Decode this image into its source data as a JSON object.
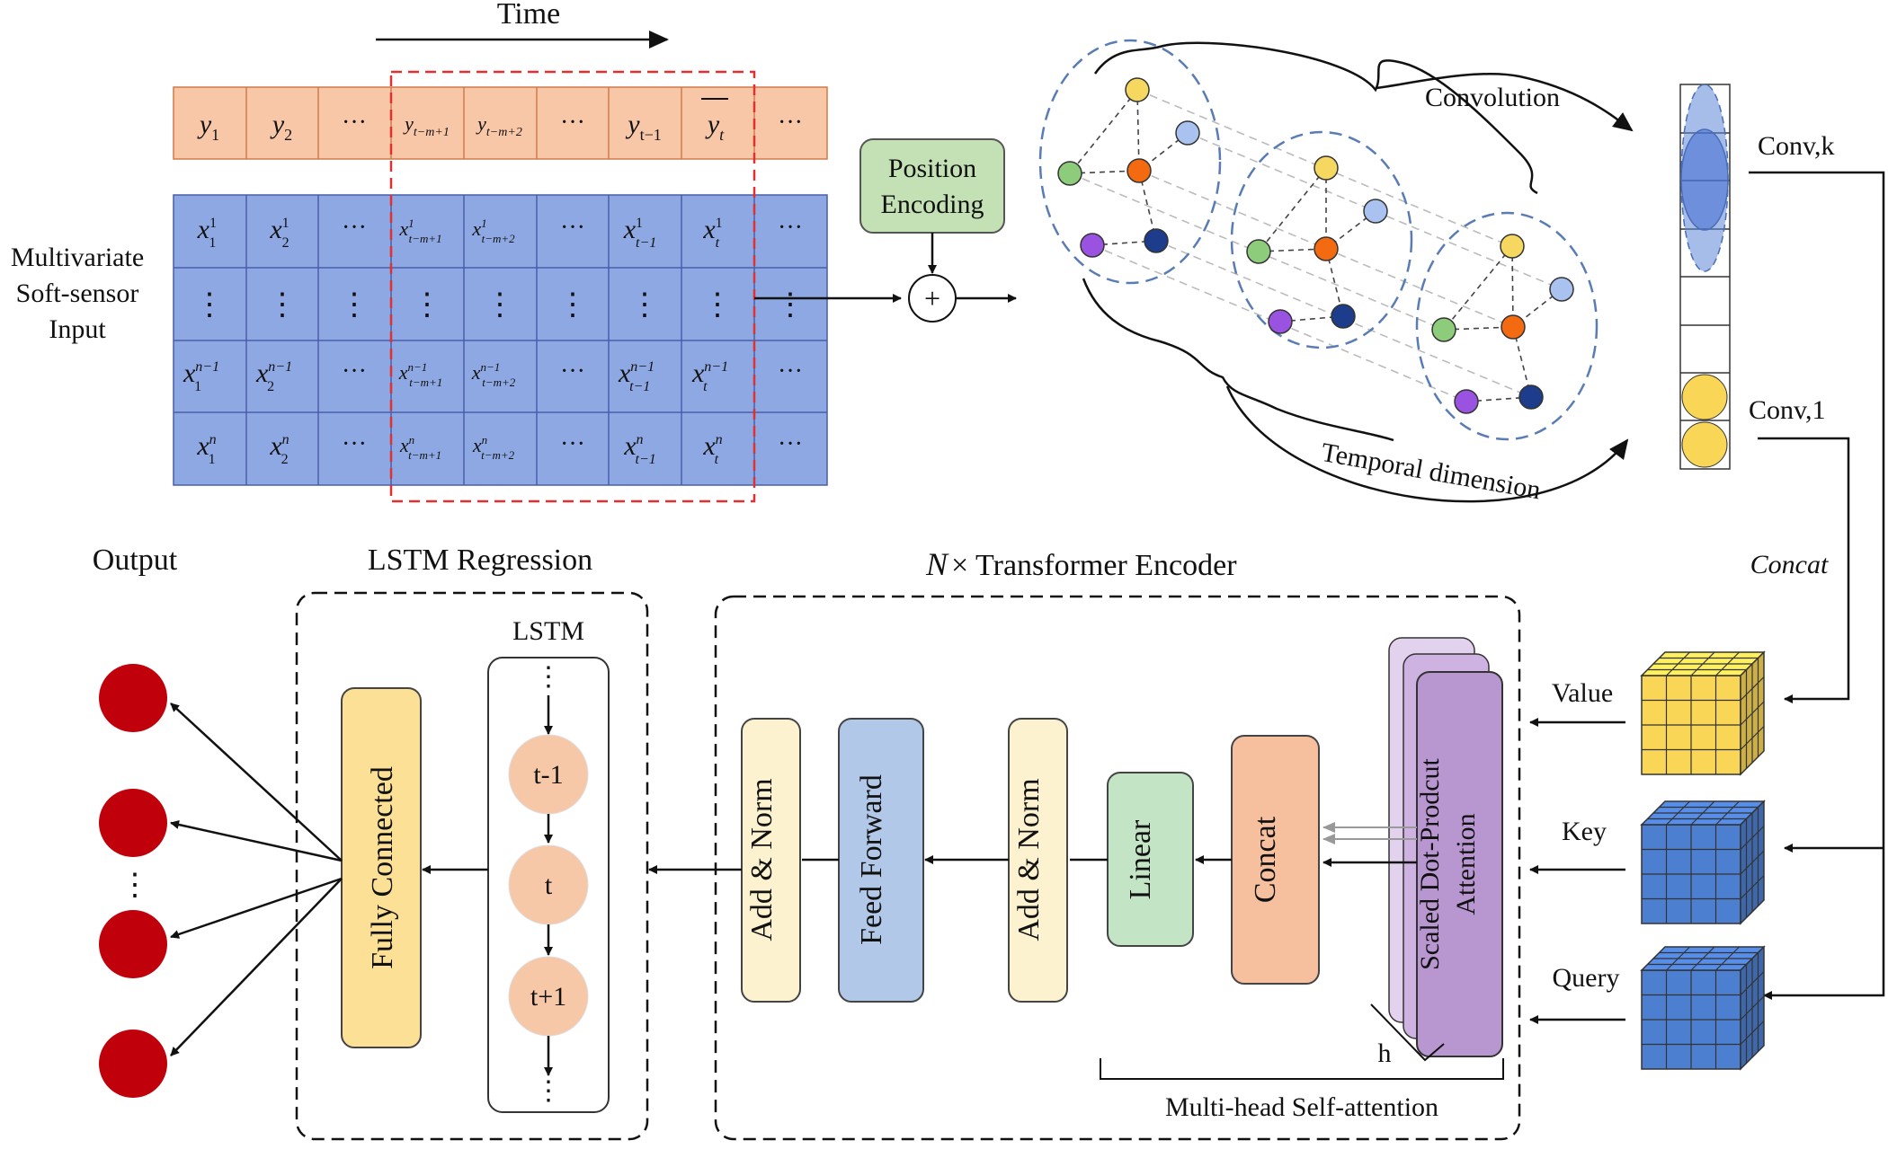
{
  "time_label": "Time",
  "input_label_lines": [
    "Multivariate",
    "Soft-sensor",
    "Input"
  ],
  "dots_h": "···",
  "dots_v": "⋮",
  "position_encoding_lines": [
    "Position",
    "Encoding"
  ],
  "plus_symbol": "+",
  "convolution_label": "Convolution",
  "temporal_label": "Temporal dimension",
  "conv_k_label": "Conv,k",
  "conv_1_label": "Conv,1",
  "concat_italic_label": "Concat",
  "value_label": "Value",
  "key_label": "Key",
  "query_label": "Query",
  "output_label": "Output",
  "lstm_regression_title": "LSTM Regression",
  "lstm_label": "LSTM",
  "lstm_steps": [
    "t-1",
    "t",
    "t+1"
  ],
  "fully_connected_label": "Fully Connected",
  "transformer_title_n": "N",
  "transformer_title_rest": "× Transformer Encoder",
  "add_norm_label": "Add & Norm",
  "feed_forward_label": "Feed Forward",
  "linear_label": "Linear",
  "concat_label": "Concat",
  "attention_lines": [
    "Scaled Dot-Prodcut",
    "Attention"
  ],
  "h_label": "h",
  "multihead_label": "Multi-head Self-attention",
  "colors": {
    "y_row": "#f8c7a7",
    "x_rows": "#8ea8e3",
    "position_encoding": "#c4e1b5",
    "fully_connected": "#fbe095",
    "add_norm": "#fdf2cf",
    "feed_forward": "#b2c8e8",
    "linear": "#c4e5c5",
    "concat": "#f6c09f",
    "attention": "#b896d0",
    "lstm_node": "#f6c8a8",
    "output_node": "#c0000b",
    "value_cube": "#f9d655",
    "key_query_cube": "#4d7fd1",
    "window": "#e03030"
  }
}
